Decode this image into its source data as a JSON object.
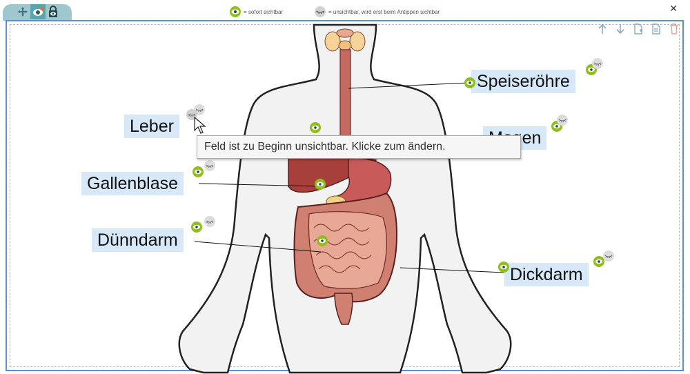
{
  "legend": {
    "visible": "= sofort sichtbar",
    "invisible": "= unsichtbar, wird erst beim Antippen sichtbar"
  },
  "toolbar": {
    "close": "✕",
    "tab_icons": [
      "move-icon",
      "eye-icon",
      "lock-eye-icon"
    ]
  },
  "labels": {
    "speiseroehre": "Speiseröhre",
    "leber": "Leber",
    "magen": "Magen",
    "gallenblase": "Gallenblase",
    "duenndarm": "Dünndarm",
    "dickdarm": "Dickdarm"
  },
  "tooltip": "Feld ist zu Beginn unsichtbar. Klicke zum ändern.",
  "colors": {
    "accent_green": "#8fbf1a",
    "label_bg": "#d7e8f8",
    "frame_border": "#5b8fd3",
    "tab_bg": "#9fc8ce",
    "tab_active": "#5aa4b0"
  }
}
